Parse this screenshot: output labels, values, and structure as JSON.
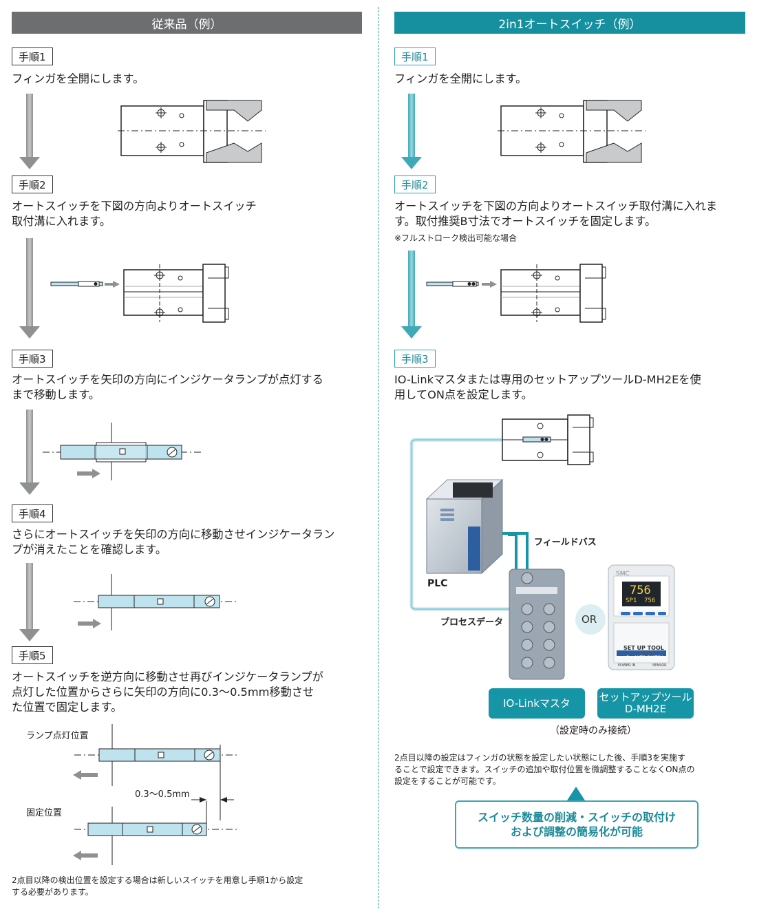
{
  "left": {
    "header": "従来品（例）",
    "steps": [
      {
        "label": "手順1",
        "text": "フィンガを全開にします。"
      },
      {
        "label": "手順2",
        "text_lines": [
          "オートスイッチを下図の方向よりオートスイッチ",
          "取付溝に入れます。"
        ]
      },
      {
        "label": "手順3",
        "text_lines": [
          "オートスイッチを矢印の方向にインジケータランプが点灯する",
          "まで移動します。"
        ]
      },
      {
        "label": "手順4",
        "text_lines": [
          "さらにオートスイッチを矢印の方向に移動させインジケータラン",
          "プが消えたことを確認します。"
        ]
      },
      {
        "label": "手順5",
        "text_lines": [
          "オートスイッチを逆方向に移動させ再びインジケータランプが",
          "点灯した位置からさらに矢印の方向に0.3～0.5mm移動させ",
          "た位置で固定します。"
        ]
      }
    ],
    "labels": {
      "lamp_on": "ランプ点灯位置",
      "fixed": "固定位置",
      "distance": "0.3～0.5mm"
    },
    "note_lines": [
      "2点目以降の検出位置を設定する場合は新しいスイッチを用意し手順1から設定",
      "する必要があります。"
    ]
  },
  "right": {
    "header": "2in1オートスイッチ（例）",
    "steps": [
      {
        "label": "手順1",
        "text": "フィンガを全開にします。"
      },
      {
        "label": "手順2",
        "text_lines": [
          "オートスイッチを下図の方向よりオートスイッチ取付溝に入れま",
          "す。取付推奨B寸法でオートスイッチを固定します。"
        ],
        "note": "※フルストローク検出可能な場合"
      },
      {
        "label": "手順3",
        "text_lines": [
          "IO-Linkマスタまたは専用のセットアップツールD-MH2Eを使",
          "用してON点を設定します。"
        ]
      }
    ],
    "diagram": {
      "fieldbus": "フィールドバス",
      "plc": "PLC",
      "process_data": "プロセスデータ",
      "or": "OR",
      "tool": {
        "brand": "SMC",
        "display_top": "756",
        "display_sp": "SP1",
        "display_sp_val": "756",
        "title": "SET UP TOOL",
        "model": "D-MH2E",
        "band": "For AUTO SWITCH",
        "power": "POWER IN",
        "sensor": "SENSOR"
      },
      "iolink_master": "IO-Linkマスタ",
      "setup_tool_lines": [
        "セットアップツール",
        "D-MH2E"
      ],
      "connect_note": "（設定時のみ接続）"
    },
    "note_lines": [
      "2点目以降の設定はフィンガの状態を設定したい状態にした後、手順3を実施す",
      "ることで設定できます。スイッチの追加や取付位置を微調整することなくON点の",
      "設定をすることが可能です。"
    ],
    "callout_lines": [
      "スイッチ数量の削減・スイッチの取付け",
      "および調整の簡易化が可能"
    ]
  },
  "colors": {
    "gray_header": "#6d6e70",
    "teal_header": "#16909f",
    "teal": "#1595a5",
    "switch_blue": "#bfe3ee"
  }
}
